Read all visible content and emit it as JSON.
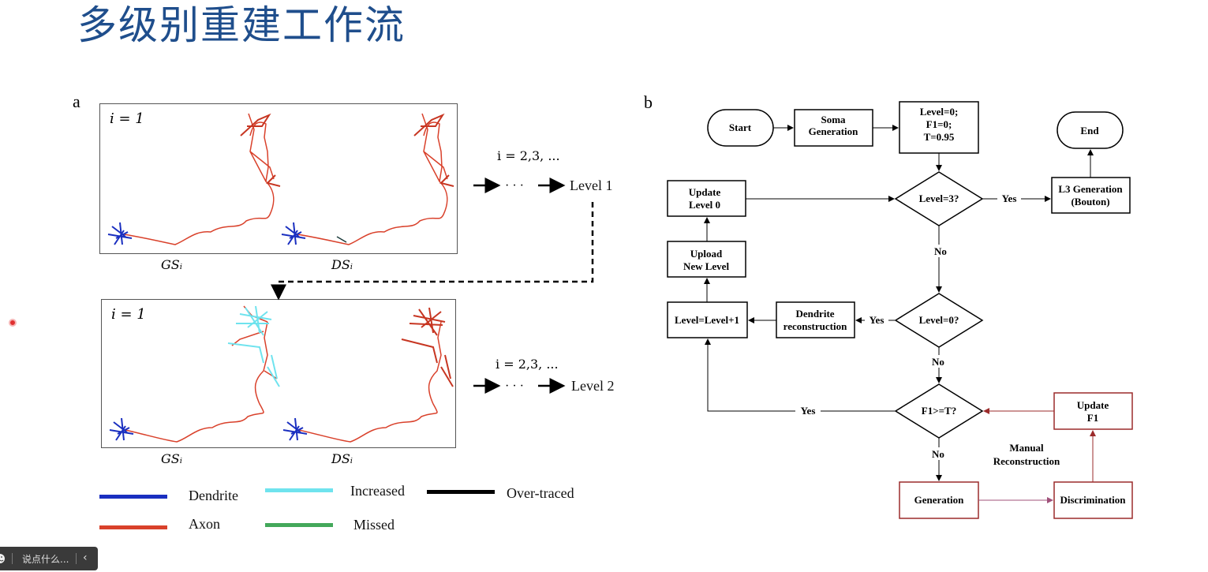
{
  "slide": {
    "title": "多级别重建工作流"
  },
  "panel_a": {
    "letter": "a",
    "top": {
      "i_label": "i = 1",
      "left_label": "GSᵢ",
      "right_label": "DSᵢ",
      "iter_label": "i = 2,3, ...",
      "level_label": "Level 1"
    },
    "bottom": {
      "i_label": "i = 1",
      "left_label": "GSᵢ",
      "right_label": "DSᵢ",
      "iter_label": "i = 2,3, ...",
      "level_label": "Level 2"
    },
    "legend": [
      {
        "label": "Dendrite",
        "color": "#1a2fc0"
      },
      {
        "label": "Increased",
        "color": "#6fe3ee"
      },
      {
        "label": "Over-traced",
        "color": "#000000"
      },
      {
        "label": "Axon",
        "color": "#d9412b"
      },
      {
        "label": "Missed",
        "color": "#43a85a"
      }
    ]
  },
  "panel_b": {
    "letter": "b",
    "nodes": {
      "start": "Start",
      "soma_1": "Soma",
      "soma_2": "Generation",
      "init_1": "Level=0;",
      "init_2": "F1=0;",
      "init_3": "T=0.95",
      "end": "End",
      "l3_1": "L3 Generation",
      "l3_2": "(Bouton)",
      "update_level0_1": "Update",
      "update_level0_2": "Level 0",
      "upload_1": "Upload",
      "upload_2": "New Level",
      "level3_q": "Level=3?",
      "level0_q": "Level=0?",
      "levelplus": "Level=Level+1",
      "dendrite_1": "Dendrite",
      "dendrite_2": "reconstruction",
      "f1_q": "F1>=T?",
      "update_f1_1": "Update",
      "update_f1_2": "F1",
      "generation": "Generation",
      "discrimination": "Discrimination",
      "manual_1": "Manual",
      "manual_2": "Reconstruction"
    },
    "edge_labels": {
      "yes_l3": "Yes",
      "no_l3": "No",
      "yes_l0": "Yes",
      "no_l0": "No",
      "yes_f1": "Yes",
      "no_f1": "No"
    },
    "colors": {
      "flow": "#000000",
      "manual": "#9b2b2b",
      "manual_arrow": "#a0507a"
    }
  },
  "taskbar": {
    "comment_placeholder": "说点什么...",
    "smile_icon": "smile-icon",
    "collapse_icon": "chevron-left-icon"
  }
}
